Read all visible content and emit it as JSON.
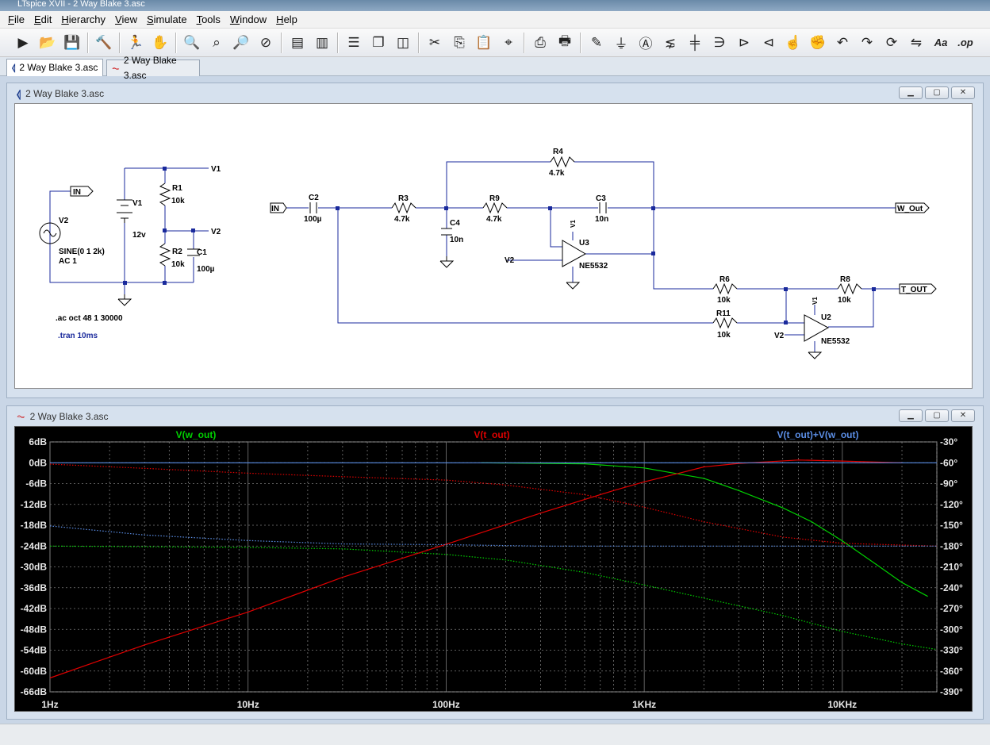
{
  "window": {
    "title": "LTspice XVII - 2 Way Blake 3.asc"
  },
  "menu": [
    {
      "label": "File",
      "accel": "F",
      "rest": "ile"
    },
    {
      "label": "Edit",
      "accel": "E",
      "rest": "dit"
    },
    {
      "label": "Hierarchy",
      "accel": "H",
      "rest": "ierarchy"
    },
    {
      "label": "View",
      "accel": "V",
      "rest": "iew"
    },
    {
      "label": "Simulate",
      "accel": "S",
      "rest": "imulate"
    },
    {
      "label": "Tools",
      "accel": "T",
      "rest": "ools"
    },
    {
      "label": "Window",
      "accel": "W",
      "rest": "indow"
    },
    {
      "label": "Help",
      "accel": "H",
      "rest": "elp"
    }
  ],
  "toolbar_icons": [
    "run-icon",
    "open-icon",
    "save-icon",
    "|",
    "control-panel-icon",
    "|",
    "run-man-icon",
    "pan-hand-icon",
    "|",
    "zoom-in-icon",
    "zoom-full-icon",
    "zoom-out-icon",
    "zoom-cancel-icon",
    "|",
    "autorange-icon",
    "plot-settings-icon",
    "|",
    "tile-horizontal-icon",
    "cascade-icon",
    "tile-vertical-icon",
    "|",
    "cut-icon",
    "copy-icon",
    "paste-icon",
    "find-icon",
    "|",
    "print-icon",
    "print-setup-icon",
    "|",
    "draw-wire-icon",
    "ground-icon",
    "label-net-icon",
    "resistor-icon",
    "capacitor-icon",
    "inductor-icon",
    "diode-icon",
    "component-icon",
    "move-icon",
    "drag-icon",
    "undo-icon",
    "redo-icon",
    "rotate-icon",
    "mirror-icon",
    "text-icon",
    "spice-directive-icon"
  ],
  "tabs": [
    {
      "label": "2 Way Blake 3.asc",
      "icon": "schematic-icon"
    },
    {
      "label": "2 Way Blake 3.asc",
      "icon": "waveform-icon"
    }
  ],
  "schematic_window": {
    "title": "2 Way Blake 3.asc"
  },
  "plot_window": {
    "title": "2 Way Blake 3.asc"
  },
  "schematic": {
    "labels": {
      "v1_net": "V1",
      "v2_net": "V2",
      "in_port": "IN",
      "in_port2": "IN",
      "v1_name": "V1",
      "v1_value": "12v",
      "v2_name": "V2",
      "v2_value1": "SINE(0 1 2k)",
      "v2_value2": "AC 1",
      "r1": "R1",
      "r1_val": "10k",
      "r2": "R2",
      "r2_val": "10k",
      "c1": "C1",
      "c1_val": "100µ",
      "c2": "C2",
      "c2_val": "100µ",
      "r3": "R3",
      "r3_val": "4.7k",
      "r9": "R9",
      "r9_val": "4.7k",
      "r4": "R4",
      "r4_val": "4.7k",
      "c3": "C3",
      "c3_val": "10n",
      "c4": "C4",
      "c4_val": "10n",
      "u3": "U3",
      "u3_model": "NE5532",
      "u3_vplus": "V1",
      "u3_in": "V2",
      "u2": "U2",
      "u2_model": "NE5532",
      "u2_vplus": "V1",
      "u2_in": "V2",
      "r6": "R6",
      "r6_val": "10k",
      "r8": "R8",
      "r8_val": "10k",
      "r11": "R11",
      "r11_val": "10k",
      "w_out": "W_Out",
      "t_out": "T_OUT",
      "ac_cmd": ".ac oct 48 1 30000",
      "tran_cmd": ".tran 10ms"
    }
  },
  "chart_data": {
    "type": "line",
    "x_scale": "log",
    "xlim": [
      1,
      30000
    ],
    "x_ticks": [
      {
        "v": 1,
        "label": "1Hz"
      },
      {
        "v": 10,
        "label": "10Hz"
      },
      {
        "v": 100,
        "label": "100Hz"
      },
      {
        "v": 1000,
        "label": "1KHz"
      },
      {
        "v": 10000,
        "label": "10KHz"
      }
    ],
    "ylim_db": [
      -66,
      6
    ],
    "y_ticks_db": [
      "6dB",
      "0dB",
      "-6dB",
      "-12dB",
      "-18dB",
      "-24dB",
      "-30dB",
      "-36dB",
      "-42dB",
      "-48dB",
      "-54dB",
      "-60dB",
      "-66dB"
    ],
    "y2lim_deg": [
      -390,
      -30
    ],
    "y2_ticks_deg": [
      "-30°",
      "-60°",
      "-90°",
      "-120°",
      "-150°",
      "-180°",
      "-210°",
      "-240°",
      "-270°",
      "-300°",
      "-330°",
      "-360°",
      "-390°"
    ],
    "grid": true,
    "series": [
      {
        "name": "V(w_out)",
        "color": "#00d000",
        "mag": [
          [
            150,
            0
          ],
          [
            500,
            -0.3
          ],
          [
            1000,
            -1.5
          ],
          [
            2000,
            -4.5
          ],
          [
            3000,
            -8
          ],
          [
            5000,
            -13
          ],
          [
            7000,
            -17
          ],
          [
            10000,
            -22.5
          ],
          [
            15000,
            -29.5
          ],
          [
            20000,
            -34.5
          ],
          [
            27000,
            -38.5
          ]
        ],
        "phase": [
          [
            1,
            -180
          ],
          [
            3,
            -181
          ],
          [
            10,
            -182
          ],
          [
            30,
            -184
          ],
          [
            100,
            -192
          ],
          [
            200,
            -200
          ],
          [
            500,
            -218
          ],
          [
            1000,
            -236
          ],
          [
            2000,
            -255
          ],
          [
            5000,
            -280
          ],
          [
            10000,
            -303
          ],
          [
            20000,
            -321
          ],
          [
            30000,
            -329
          ]
        ]
      },
      {
        "name": "V(t_out)",
        "color": "#e00000",
        "mag": [
          [
            1,
            -62
          ],
          [
            3,
            -52.5
          ],
          [
            10,
            -43
          ],
          [
            30,
            -33
          ],
          [
            100,
            -23.5
          ],
          [
            300,
            -14.5
          ],
          [
            700,
            -8
          ],
          [
            1000,
            -5.5
          ],
          [
            1500,
            -3
          ],
          [
            2000,
            -1.2
          ],
          [
            3000,
            -0.2
          ],
          [
            6000,
            0.8
          ],
          [
            10000,
            0.5
          ],
          [
            20000,
            0
          ]
        ],
        "phase": [
          [
            1,
            -62
          ],
          [
            3,
            -68
          ],
          [
            10,
            -75
          ],
          [
            30,
            -80
          ],
          [
            100,
            -85
          ],
          [
            200,
            -92
          ],
          [
            500,
            -106
          ],
          [
            1000,
            -124
          ],
          [
            2000,
            -145
          ],
          [
            5000,
            -167
          ],
          [
            10000,
            -176
          ],
          [
            30000,
            -180
          ]
        ]
      },
      {
        "name": "V(t_out)+V(w_out)",
        "color": "#5b8ee6",
        "mag": [
          [
            1,
            0
          ],
          [
            30000,
            0
          ]
        ],
        "phase": [
          [
            1,
            -151
          ],
          [
            3,
            -164
          ],
          [
            10,
            -172
          ],
          [
            30,
            -177
          ],
          [
            100,
            -178
          ],
          [
            300,
            -180
          ],
          [
            1000,
            -180
          ],
          [
            30000,
            -180
          ]
        ]
      }
    ]
  }
}
